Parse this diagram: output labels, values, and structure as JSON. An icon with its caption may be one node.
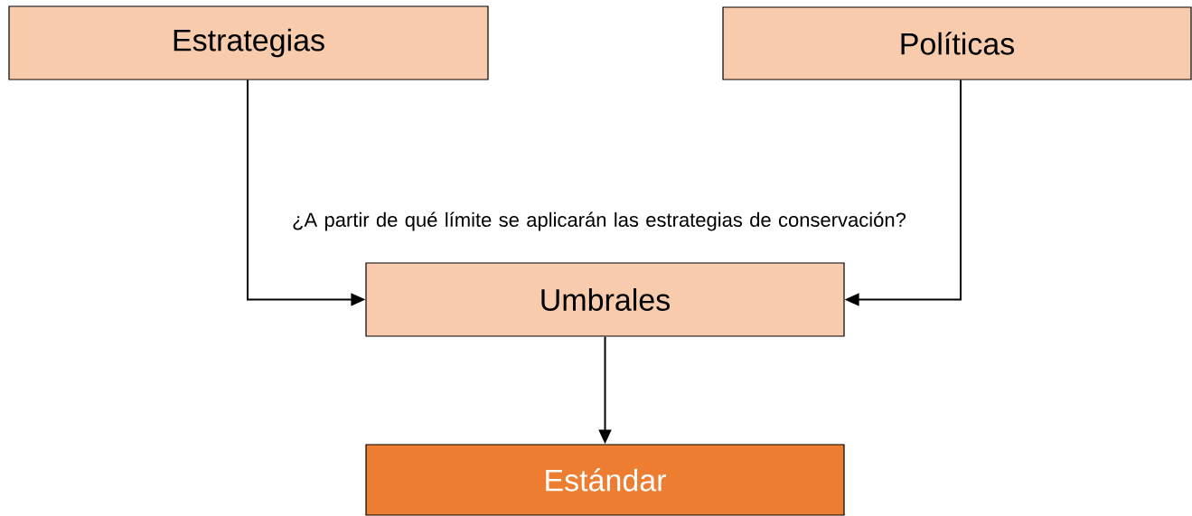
{
  "diagram": {
    "nodes": [
      {
        "text": [
          "Estrategias"
        ]
      },
      {
        "text": [
          "Políticas"
        ]
      },
      {
        "text": [
          "Umbrales"
        ]
      },
      {
        "text": [
          "Estándar"
        ]
      }
    ],
    "edges": [
      {
        "from": 0,
        "to": 2,
        "arrow": "to"
      },
      {
        "from": 1,
        "to": 2,
        "arrow": "to"
      },
      {
        "from": 2,
        "to": 3,
        "arrow": "to"
      }
    ],
    "labels": [
      "¿A partir de qué límite se aplicarán las estrategias de conservación?"
    ]
  }
}
